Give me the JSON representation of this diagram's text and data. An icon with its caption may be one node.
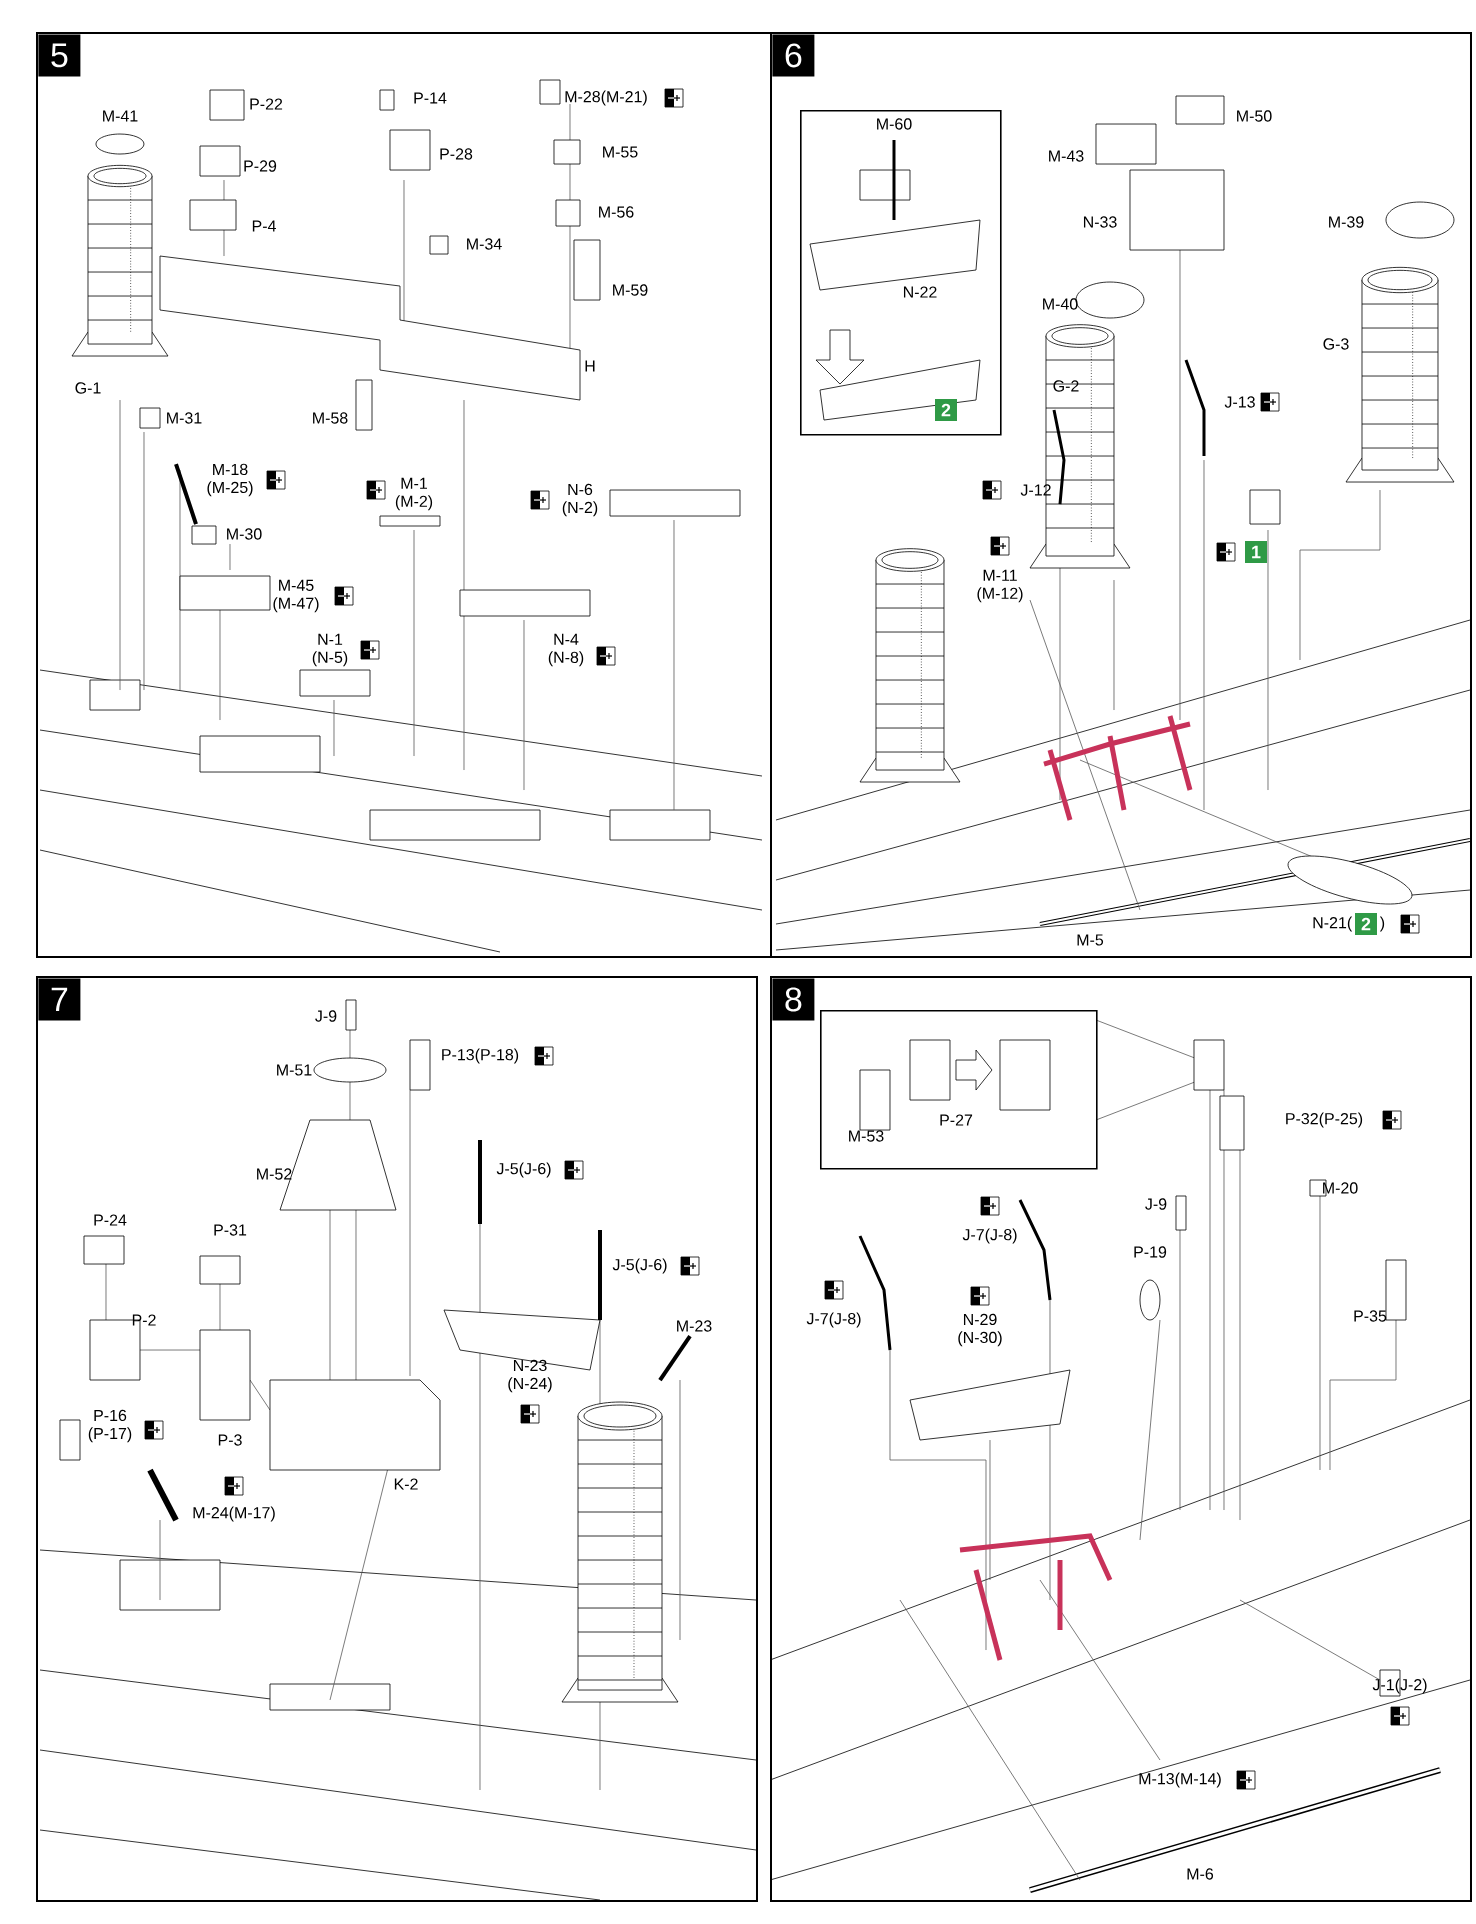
{
  "diagram": {
    "nodes": [
      {
        "text": [
          "5"
        ]
      },
      {
        "text": [
          "6"
        ]
      },
      {
        "text": [],
        "shape": "box",
        "in": 1
      },
      {
        "text": [
          "2"
        ],
        "in": 2
      },
      {
        "text": [
          "1"
        ],
        "in": 1
      },
      {
        "text": [
          "2"
        ],
        "in": 1,
        "beside": [
          "N-21(",
          ")"
        ]
      },
      {
        "text": [
          "7"
        ]
      },
      {
        "text": [
          "8"
        ]
      },
      {
        "text": [],
        "shape": "box",
        "in": 7
      }
    ],
    "labels": [
      "P-22",
      "P-14",
      "M-28(M-21)",
      "M-41",
      "P-28",
      "M-55",
      "P-29",
      "M-56",
      "P-4",
      "M-34",
      "M-59",
      "H",
      "G-1",
      "M-31",
      "M-58",
      "M-18 (M-25)",
      "M-1 (M-2)",
      "N-6 (N-2)",
      "M-30",
      "M-45 (M-47)",
      "N-1 (N-5)",
      "N-4 (N-8)",
      "M-60",
      "M-50",
      "M-43",
      "N-33",
      "M-39",
      "N-22",
      "M-40",
      "G-3",
      "G-2",
      "J-13",
      "J-12",
      "M-11 (M-12)",
      "M-5",
      "J-9",
      "P-13(P-18)",
      "M-51",
      "M-52",
      "J-5(J-6)",
      "P-24",
      "P-31",
      "J-5(J-6)",
      "P-2",
      "M-23",
      "N-23 (N-24)",
      "P-16 (P-17)",
      "P-3",
      "K-2",
      "M-24(M-17)",
      "P-27",
      "P-32(P-25)",
      "M-53",
      "M-20",
      "J-9",
      "J-7(J-8)",
      "P-19",
      "J-7(J-8)",
      "N-29 (N-30)",
      "P-35",
      "J-1(J-2)",
      "M-13(M-14)",
      "M-6"
    ]
  }
}
